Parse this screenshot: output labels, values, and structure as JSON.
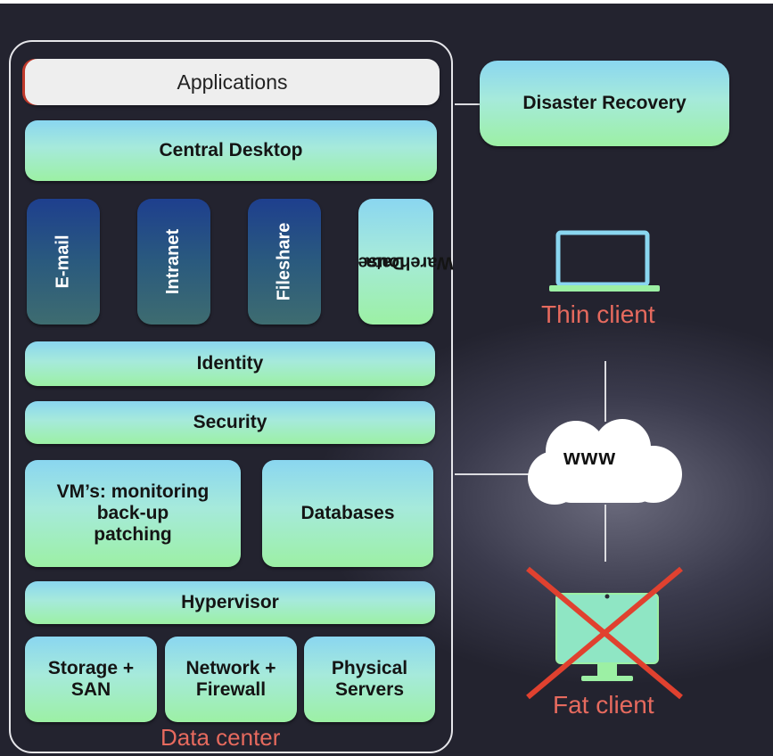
{
  "datacenter": {
    "applications": "Applications",
    "central_desktop": "Central Desktop",
    "services": [
      "E-mail",
      "Intranet",
      "Fileshare"
    ],
    "data_warehouse": [
      "Data",
      "Warehouse"
    ],
    "identity": "Identity",
    "security": "Security",
    "vms": [
      "VM’s: monitoring",
      "back-up",
      "patching"
    ],
    "databases": "Databases",
    "hypervisor": "Hypervisor",
    "storage": [
      "Storage +",
      "SAN"
    ],
    "network": [
      "Network +",
      "Firewall"
    ],
    "physical": [
      "Physical",
      "Servers"
    ],
    "caption": "Data center"
  },
  "disaster_recovery": "Disaster Recovery",
  "thin_client": "Thin client",
  "cloud_label": "www",
  "fat_client": "Fat client",
  "colors": {
    "accent_red": "#e66a5e",
    "cross_red": "#e0412f",
    "box_gradient_top": "#8ad6f0",
    "box_gradient_bottom": "#9cf0a4",
    "service_box_top": "#1e3f8e"
  }
}
